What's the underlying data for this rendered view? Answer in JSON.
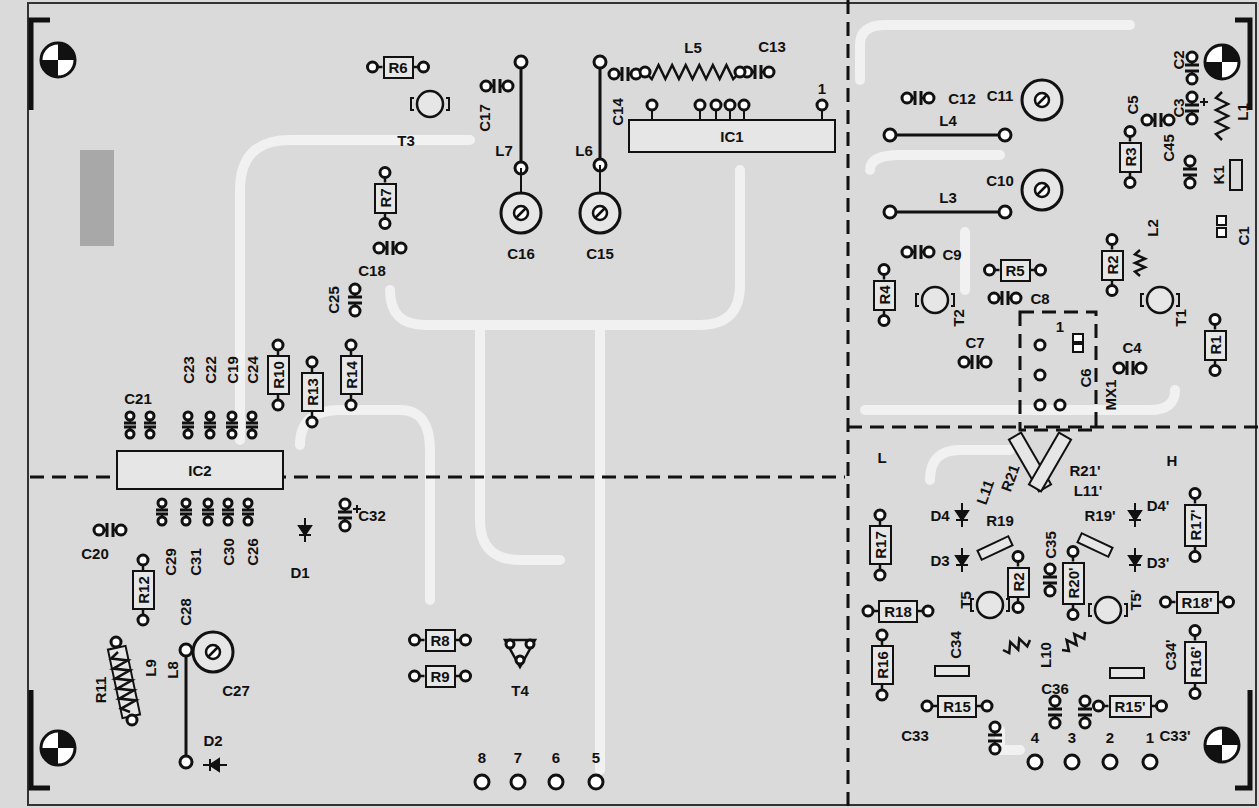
{
  "diagram": {
    "nodes": [
      {
        "text": [
          "R6"
        ]
      },
      {
        "text": [
          "IC1"
        ]
      },
      {
        "text": [
          "R7"
        ]
      },
      {
        "text": [
          "R5"
        ]
      },
      {
        "text": [
          "R4"
        ]
      },
      {
        "text": [
          "R3"
        ]
      },
      {
        "text": [
          "R2"
        ]
      },
      {
        "text": [
          "R1"
        ]
      },
      {
        "text": [
          "R14"
        ]
      },
      {
        "text": [
          "R13"
        ]
      },
      {
        "text": [
          "R10"
        ]
      },
      {
        "text": [
          "IC2"
        ]
      },
      {
        "text": [
          "R12"
        ]
      },
      {
        "text": [
          "R8"
        ]
      },
      {
        "text": [
          "R9"
        ]
      },
      {
        "text": [
          "R17"
        ]
      },
      {
        "text": [
          "R18"
        ]
      },
      {
        "text": [
          "R16"
        ]
      },
      {
        "text": [
          "R2"
        ]
      },
      {
        "text": [
          "R20'"
        ]
      },
      {
        "text": [
          "R17'"
        ]
      },
      {
        "text": [
          "R18'"
        ]
      },
      {
        "text": [
          "R16'"
        ]
      },
      {
        "text": [
          "R15"
        ]
      },
      {
        "text": [
          "R15'"
        ]
      }
    ],
    "labels": [
      "C13",
      "L5",
      "C2",
      "C17",
      "L7",
      "L6",
      "C14",
      "1",
      "C12",
      "C11",
      "C3",
      "T3",
      "C5",
      "C45",
      "L1",
      "L4",
      "K1",
      "C1",
      "C10",
      "L3",
      "C16",
      "C15",
      "C18",
      "C9",
      "L2",
      "C8",
      "T2",
      "T1",
      "1",
      "C7",
      "C6",
      "C4",
      "MX1",
      "C25",
      "C23",
      "C22",
      "C19",
      "C24",
      "C21",
      "L",
      "H",
      "L11",
      "R21",
      "R21'",
      "L11'",
      "D4",
      "R19",
      "D4'",
      "R19'",
      "D3",
      "D3'",
      "C35",
      "T5",
      "T5'",
      "C20",
      "C32",
      "D1",
      "C29",
      "C31",
      "C30",
      "C26",
      "C28",
      "C34",
      "L10",
      "C34'",
      "C27",
      "R11",
      "L9",
      "L8",
      "T4",
      "C36",
      "C33",
      "C33'",
      "D2",
      "8",
      "7",
      "6",
      "5",
      "4",
      "3",
      "2",
      "1"
    ]
  }
}
